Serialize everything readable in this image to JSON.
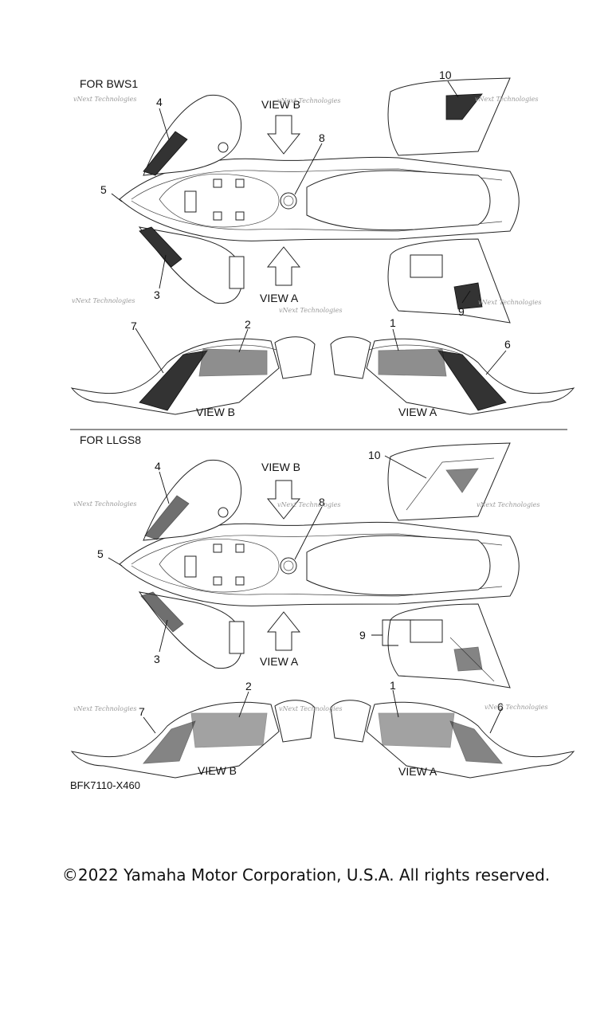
{
  "sections": [
    {
      "title": "FOR BWS1",
      "views": [
        "VIEW B",
        "VIEW A",
        "VIEW B",
        "VIEW A"
      ],
      "callouts": [
        "1",
        "2",
        "3",
        "4",
        "5",
        "6",
        "7",
        "8",
        "9",
        "10"
      ]
    },
    {
      "title": "FOR LLGS8",
      "views": [
        "VIEW B",
        "VIEW A",
        "VIEW B",
        "VIEW A"
      ],
      "callouts": [
        "1",
        "2",
        "3",
        "4",
        "5",
        "6",
        "7",
        "8",
        "9",
        "10"
      ]
    }
  ],
  "diagram_code": "BFK7110-X460",
  "watermark": "vNext Technologies",
  "copyright": "©2022 Yamaha Motor Corporation, U.S.A. All rights reserved."
}
